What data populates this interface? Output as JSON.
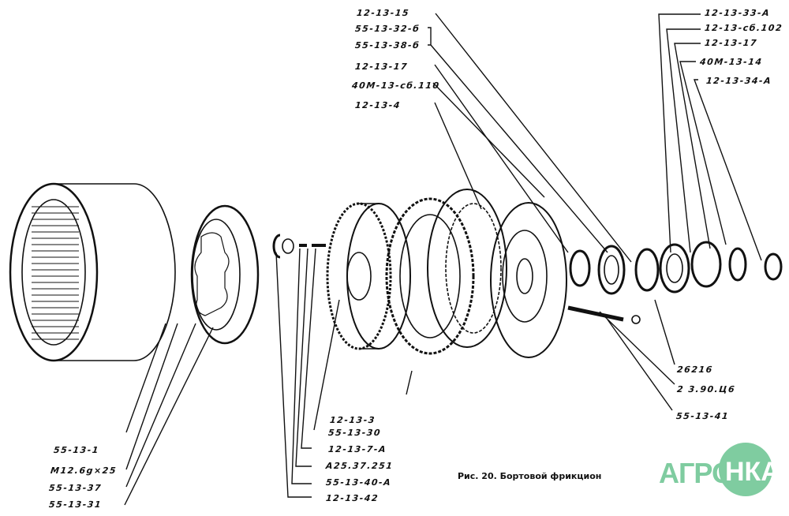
{
  "caption": "Рис. 20. Бортовой фрикцион",
  "logo": {
    "text_left": "АГРО",
    "text_circle": "НКА",
    "color": "#7fcca0"
  },
  "labels_top": [
    "12-13-15",
    "55-13-32-б",
    "55-13-38-б",
    "12-13-17",
    "40М-13-сб.110",
    "12-13-4"
  ],
  "labels_top_right": [
    "12-13-33-А",
    "12-13-сб.102",
    "12-13-17",
    "40М-13-14",
    "12-13-34-А"
  ],
  "labels_right": [
    "26216",
    "2 3.90.Ц6",
    "55-13-41"
  ],
  "labels_bottom_center": [
    "12-13-3",
    "55-13-30",
    "12-13-7-А",
    "А25.37.251",
    "55-13-40-А",
    "12-13-42"
  ],
  "labels_bottom_left": [
    "55-13-1",
    "М12.6g×25",
    "55-13-37",
    "55-13-31"
  ]
}
